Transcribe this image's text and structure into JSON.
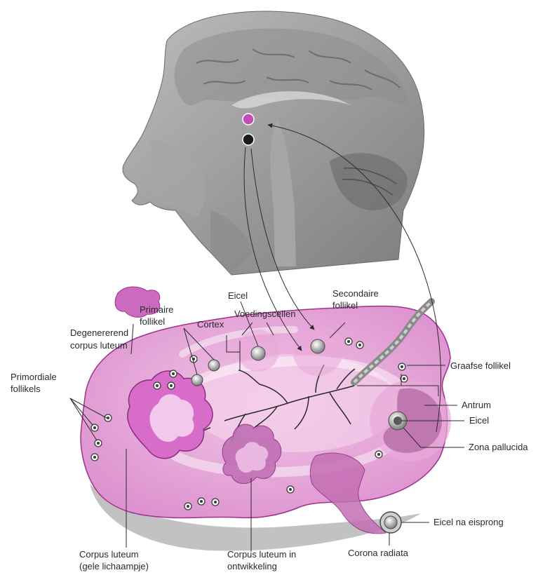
{
  "colors": {
    "ovary_fill": "#e6a6d8",
    "ovary_stroke": "#a0308f",
    "brain_gray": "#9a9a9a",
    "hypothalamus_marker": "#c24fb5",
    "pituitary_marker": "#1c1c1c",
    "label_text": "#2a2a2a"
  },
  "labels": {
    "eicel_top": "Eicel",
    "voedingscellen": "Voedingscellen",
    "secondaire_1": "Secondaire",
    "secondaire_2": "follikel",
    "primaire_1": "Primaire",
    "primaire_2": "follikel",
    "cortex": "Cortex",
    "degenererend_1": "Degenererend",
    "degenererend_2": "corpus luteum",
    "primordiale_1": "Primordiale",
    "primordiale_2": "follikels",
    "graafse": "Graafse follikel",
    "antrum": "Antrum",
    "eicel_right": "Eicel",
    "zona": "Zona pallucida",
    "eicel_na": "Eicel na eisprong",
    "corona": "Corona radiata",
    "corpus_luteum_1": "Corpus luteum",
    "corpus_luteum_2": "(gele lichaampje)",
    "corpus_ontw_1": "Corpus luteum in",
    "corpus_ontw_2": "ontwikkeling"
  }
}
